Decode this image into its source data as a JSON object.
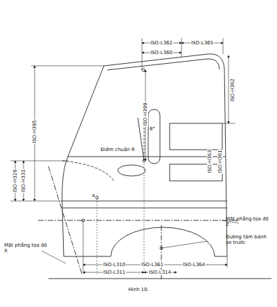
{
  "diagram": {
    "caption": "Hình 10.",
    "labels": [
      "ISO-L362",
      "ISO-L365",
      "ISO-L360",
      "ISO-H399",
      "ISO-H362",
      "ISO-H395",
      "8°",
      "Điểm chuẩn R",
      "ISO-H363",
      "ISO-H361",
      "ISO-H326",
      "ISO-H331",
      "a",
      "Mặt phẳng tọa độ Z",
      "Đường tâm bánh xe trước",
      "Mặt phẳng tọa độ X",
      "ISO-L310",
      "ISO-L361",
      "ISO-L364",
      "ISO-L311",
      "ISO-L314"
    ]
  }
}
